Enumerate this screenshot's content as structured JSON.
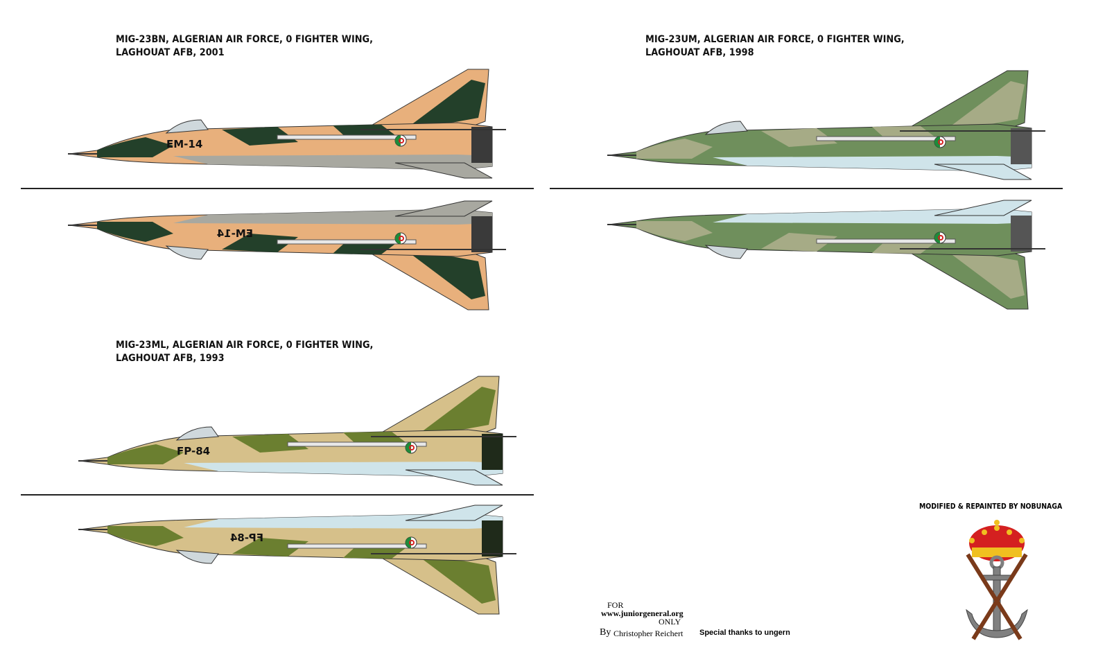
{
  "captions": {
    "bn": {
      "line1": "MIG-23BN, ALGERIAN AIR FORCE, 0 FIGHTER WING,",
      "line2": "LAGHOUAT AFB, 2001"
    },
    "um": {
      "line1": "MIG-23UM, ALGERIAN AIR FORCE, 0 FIGHTER WING,",
      "line2": "LAGHOUAT AFB, 1998"
    },
    "ml": {
      "line1": "MIG-23ML, ALGERIAN AIR FORCE, 0 FIGHTER WING,",
      "line2": "LAGHOUAT AFB, 1993"
    }
  },
  "aircraft": {
    "bn": {
      "code": "EM-14",
      "colors": {
        "base": "#e8b07c",
        "camo": "#23402a",
        "under": "#a8a8a0",
        "dark": "#3a3a3a"
      }
    },
    "um": {
      "code": "",
      "colors": {
        "base": "#6f8f5c",
        "camo": "#a6ab86",
        "under": "#cfe4ea",
        "dark": "#555555"
      }
    },
    "ml": {
      "code": "FP-84",
      "colors": {
        "base": "#d6c08a",
        "camo": "#6b7f30",
        "under": "#cfe4ea",
        "dark": "#1f2a1a"
      }
    }
  },
  "roundel": {
    "green": "#1f8a3a",
    "white": "#ffffff",
    "red": "#d42020"
  },
  "credits": {
    "for": "FOR",
    "site": "www.juniorgeneral.org",
    "only": "ONLY",
    "by": "By",
    "author": "Christopher Reichert",
    "thanks": "Special thanks to ungern",
    "modified": "MODIFIED & REPAINTED BY NOBUNAGA"
  },
  "emblem": {
    "name": "crown-anchor-rifles-emblem",
    "crown": "#d42020",
    "gold": "#f0c020",
    "anchor": "#808080",
    "rifles": "#7a3a1a"
  }
}
